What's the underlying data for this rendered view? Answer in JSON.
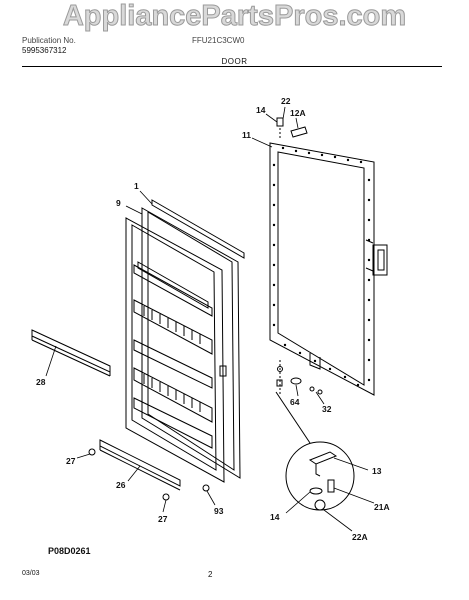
{
  "watermark": "AppliancePartsPros.com",
  "header": {
    "publication_label": "Publication No.",
    "publication_number": "5995367312",
    "model": "FFU21C3CW0"
  },
  "section_title": "DOOR",
  "diagram_code": "P08D0261",
  "footer": {
    "date": "03/03",
    "page": "2"
  },
  "callouts": [
    {
      "id": "c22",
      "label": "22"
    },
    {
      "id": "c14a",
      "label": "14"
    },
    {
      "id": "c12a",
      "label": "12A"
    },
    {
      "id": "c11",
      "label": "11"
    },
    {
      "id": "c1",
      "label": "1"
    },
    {
      "id": "c9",
      "label": "9"
    },
    {
      "id": "c28",
      "label": "28"
    },
    {
      "id": "c64",
      "label": "64"
    },
    {
      "id": "c32",
      "label": "32"
    },
    {
      "id": "c27a",
      "label": "27"
    },
    {
      "id": "c26",
      "label": "26"
    },
    {
      "id": "c13",
      "label": "13"
    },
    {
      "id": "c21a",
      "label": "21A"
    },
    {
      "id": "c14b",
      "label": "14"
    },
    {
      "id": "c22a",
      "label": "22A"
    },
    {
      "id": "c27b",
      "label": "27"
    },
    {
      "id": "c93",
      "label": "93"
    }
  ]
}
